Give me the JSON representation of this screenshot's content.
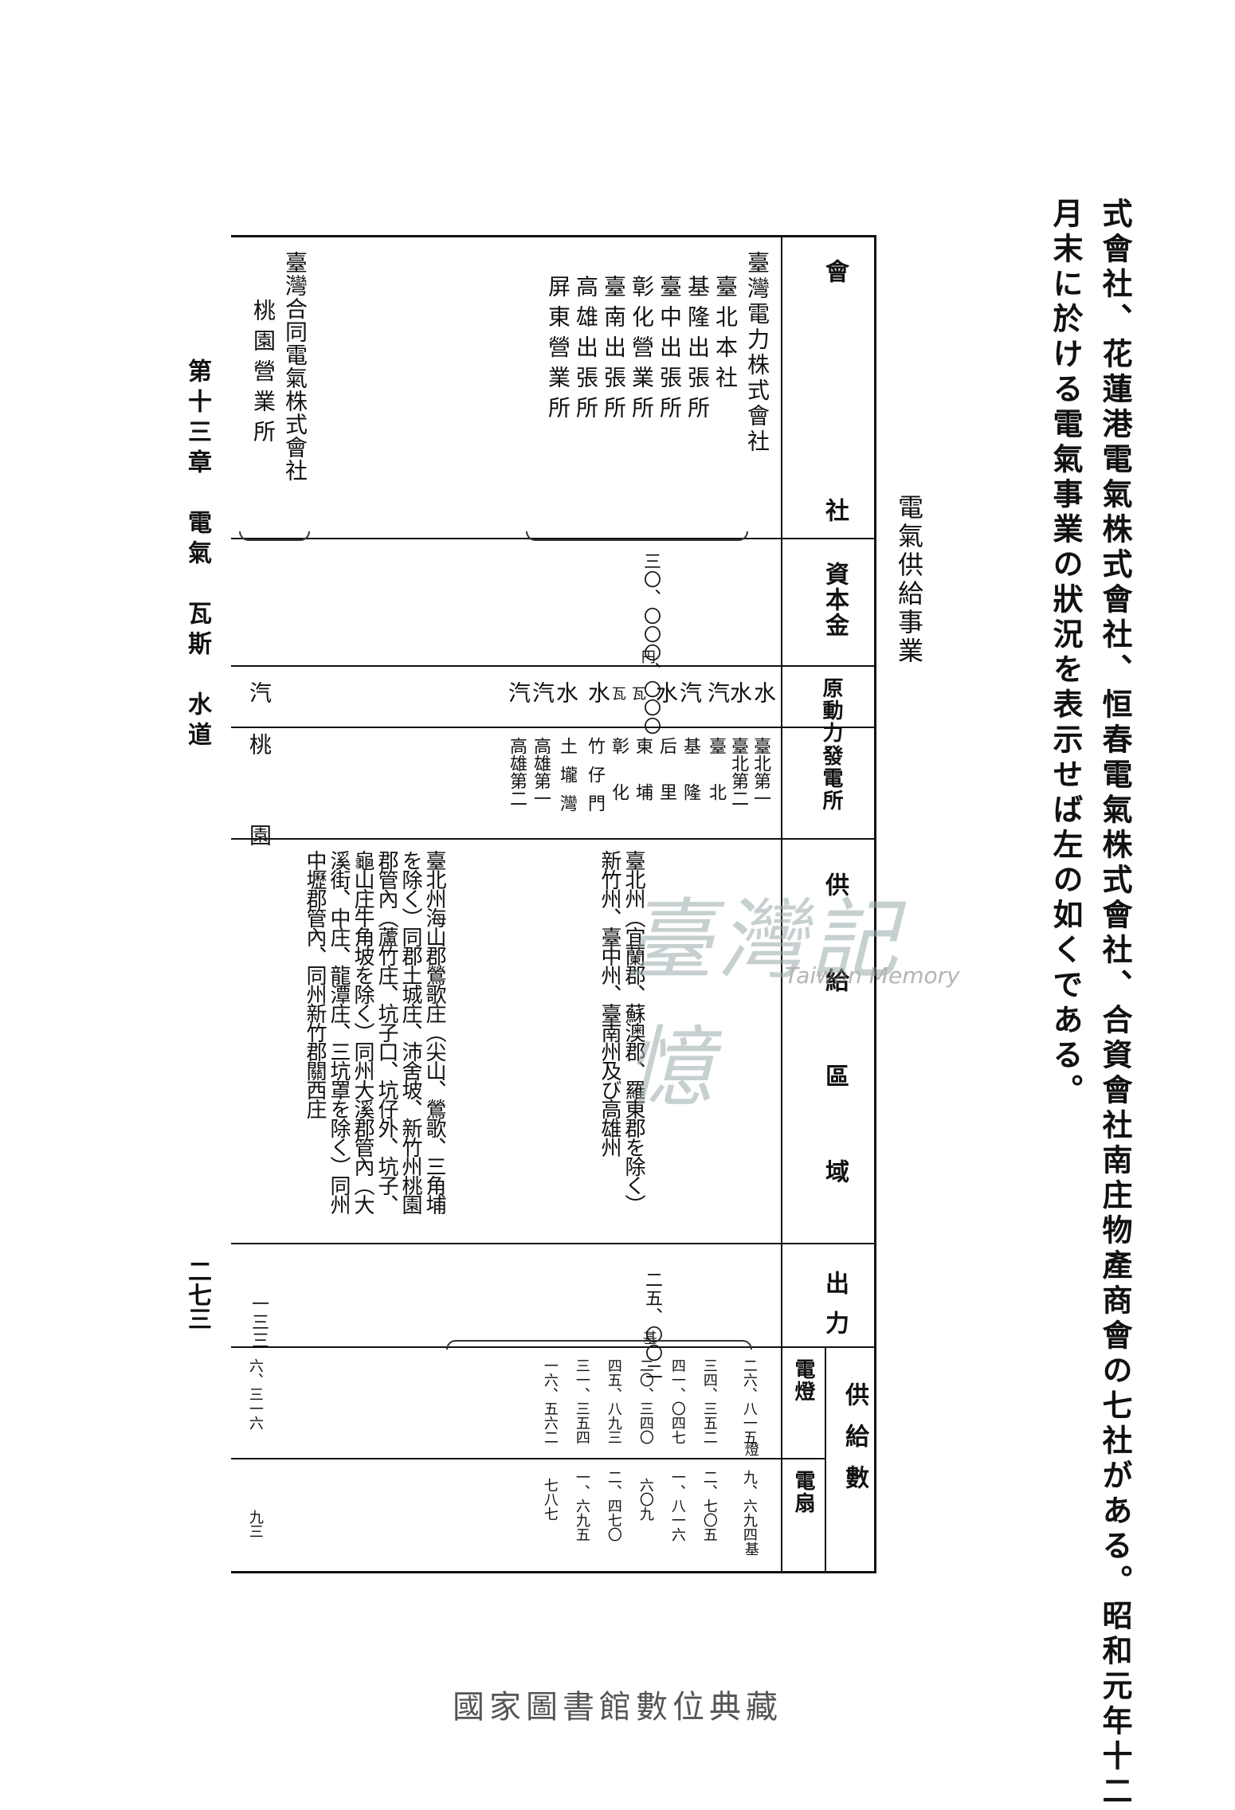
{
  "body_text": {
    "line1": "式會社、花蓮港電氣株式會社、恒春電氣株式會社、合資會社南庄物產商會の七社がある。昭和元年十二",
    "line2": "月末に於ける電氣事業の狀況を表示せば左の如くである。"
  },
  "heading": "電氣供給事業",
  "table": {
    "headers": {
      "company": "會　　社",
      "capital": "資本金",
      "power": "原動力",
      "station": "發電所",
      "region": "供　給　區　域",
      "output": "出力",
      "supply": "供給數",
      "lamp": "電燈",
      "fan": "電扇"
    },
    "company1": {
      "name": "臺灣電力株式會社",
      "branches": [
        "臺北本社",
        "基隆出張所",
        "臺中出張所",
        "彰化營業所",
        "臺南出張所",
        "高雄出張所",
        "屏東營業所"
      ],
      "capital": "三〇、〇〇〇、〇〇〇",
      "capital_unit": "円",
      "power": [
        "水",
        "水",
        "汽",
        "汽",
        "水",
        "瓦",
        "瓦",
        "水",
        "水",
        "汽",
        "汽"
      ],
      "stations": [
        "臺北第一",
        "臺北第二",
        "臺北",
        "基隆",
        "后里",
        "東埔",
        "彰化",
        "竹仔門",
        "土壠灣",
        "高雄第一",
        "高雄第二"
      ],
      "region": "臺北州（宜蘭郡、蘇澳郡、羅東郡を除く）新竹州、臺中州、臺南州及び高雄州",
      "output": "二五、〇〇二",
      "output_unit": "基",
      "lamps": [
        "二六、八一五",
        "三四、三五二",
        "四一、〇四七",
        "二〇、三四〇",
        "四五、八九三",
        "三一、三五四",
        "一六、五六二"
      ],
      "lamps_unit": "燈",
      "fans": [
        "九、六九四",
        "二、七〇五",
        "一、八一六",
        "六〇九",
        "二、四七〇",
        "一、六九五",
        "七八七"
      ],
      "fans_unit": "基"
    },
    "company2": {
      "name": "臺灣合同電氣株式會社",
      "branch": "桃園營業所",
      "power": "汽",
      "station": "桃　　園",
      "region": "臺北州海山郡鶯歌庄（尖山、鶯歌、三角埔を除く）同郡土城庄、沛舍坡、新竹州桃園郡管內（蘆竹庄、坑子口、坑仔外、坑子、龜山庄牛角坡を除く）同州大溪郡管內（大溪街、中庄、龍潭庄、三坑罩を除く）同州中壢郡管內、同州新竹郡關西庄",
      "output": "一三三",
      "lamps": "六、三一六",
      "fans": "九三"
    }
  },
  "footer": {
    "chapter": "第十三章　電氣　瓦斯　水道",
    "page": "二七三"
  },
  "watermark": {
    "cjk": "臺灣記憶",
    "en": "Taiwan Memory"
  },
  "collection": "國家圖書館數位典藏"
}
